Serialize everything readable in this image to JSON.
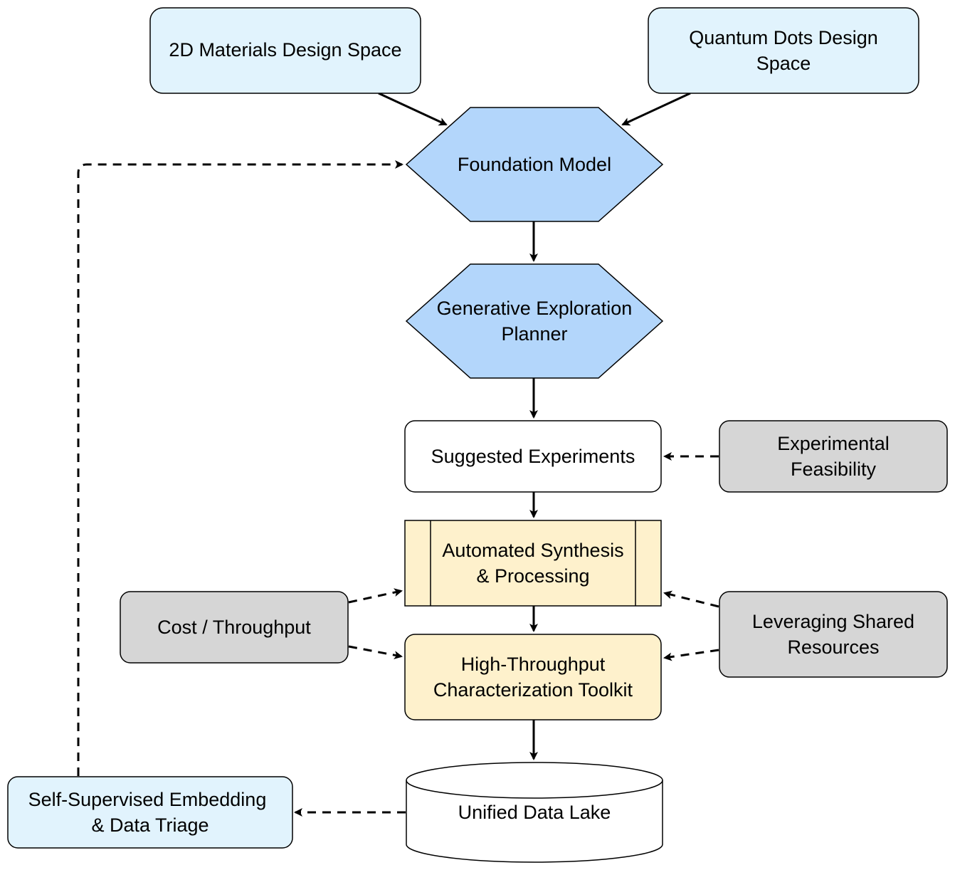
{
  "nodes": {
    "materials_2d": {
      "label": "2D Materials Design Space",
      "fill": "#e1f3fd"
    },
    "quantum_dots": {
      "line1": "Quantum Dots Design",
      "line2": "Space",
      "fill": "#e1f3fd"
    },
    "foundation_model": {
      "label": "Foundation Model",
      "fill": "#b3d6fb"
    },
    "generative_planner": {
      "line1": "Generative Exploration",
      "line2": "Planner",
      "fill": "#b3d6fb"
    },
    "suggested_experiments": {
      "label": "Suggested Experiments",
      "fill": "#ffffff"
    },
    "experimental_feasibility": {
      "line1": "Experimental",
      "line2": "Feasibility",
      "fill": "#d6d6d6"
    },
    "automated_synthesis": {
      "line1": "Automated Synthesis",
      "line2": "& Processing",
      "fill": "#fef1cc"
    },
    "cost_throughput": {
      "label": "Cost / Throughput",
      "fill": "#d6d6d6"
    },
    "shared_resources": {
      "line1": "Leveraging Shared",
      "line2": "Resources",
      "fill": "#d6d6d6"
    },
    "characterization": {
      "line1": "High-Throughput",
      "line2": "Characterization Toolkit",
      "fill": "#fef1cc"
    },
    "data_lake": {
      "label": "Unified Data Lake",
      "fill": "#ffffff"
    },
    "embedding": {
      "line1": "Self-Supervised Embedding",
      "line2": "& Data Triage",
      "fill": "#e1f3fd"
    }
  },
  "edges": [
    {
      "from": "2D Materials Design Space",
      "to": "Foundation Model",
      "style": "solid"
    },
    {
      "from": "Quantum Dots Design Space",
      "to": "Foundation Model",
      "style": "solid"
    },
    {
      "from": "Foundation Model",
      "to": "Generative Exploration Planner",
      "style": "solid"
    },
    {
      "from": "Generative Exploration Planner",
      "to": "Suggested Experiments",
      "style": "solid"
    },
    {
      "from": "Experimental Feasibility",
      "to": "Suggested Experiments",
      "style": "dashed"
    },
    {
      "from": "Suggested Experiments",
      "to": "Automated Synthesis & Processing",
      "style": "solid"
    },
    {
      "from": "Cost / Throughput",
      "to": "Automated Synthesis & Processing",
      "style": "dashed"
    },
    {
      "from": "Cost / Throughput",
      "to": "High-Throughput Characterization Toolkit",
      "style": "dashed"
    },
    {
      "from": "Leveraging Shared Resources",
      "to": "Automated Synthesis & Processing",
      "style": "dashed"
    },
    {
      "from": "Leveraging Shared Resources",
      "to": "High-Throughput Characterization Toolkit",
      "style": "dashed"
    },
    {
      "from": "Automated Synthesis & Processing",
      "to": "High-Throughput Characterization Toolkit",
      "style": "solid"
    },
    {
      "from": "High-Throughput Characterization Toolkit",
      "to": "Unified Data Lake",
      "style": "solid"
    },
    {
      "from": "Unified Data Lake",
      "to": "Self-Supervised Embedding & Data Triage",
      "style": "dashed"
    },
    {
      "from": "Self-Supervised Embedding & Data Triage",
      "to": "Foundation Model",
      "style": "dashed"
    }
  ]
}
